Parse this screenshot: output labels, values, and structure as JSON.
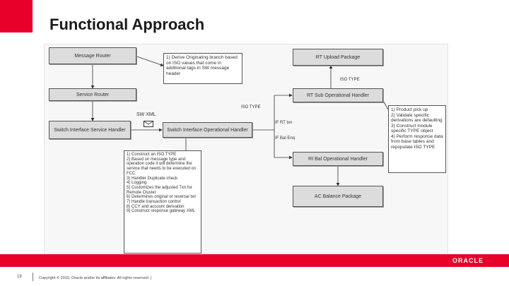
{
  "slide": {
    "title": "Functional Approach",
    "page_number": "19",
    "copyright": "Copyright © 2015, Oracle and/or its affiliates. All rights reserved. |",
    "brand": "ORACLE",
    "colors": {
      "accent": "#e8002a",
      "box_fill": "#dcdcdc",
      "box_border": "#555555"
    }
  },
  "diagram": {
    "boxes": {
      "message_router": "Message Router",
      "service_router": "Service Router",
      "switch_interface_service": "Switch Interface Service Handler",
      "switch_interface_operational": "Switch Interface Operational Handler",
      "rt_upload_package": "RT Upload Package",
      "rt_sub_operational": "RT Sub Operational Handler",
      "ri_bal_operational": "RI Bal Operational Handler",
      "ac_balance_package": "AC Balance Package"
    },
    "labels": {
      "sw_xml": "SW XML",
      "iso_type": "ISO TYPE",
      "if_rt_txn": "IF RT txn",
      "if_bal_enq": "IF Bal Enq",
      "iso_type_small": "ISO TYPE"
    },
    "note_top": "1) Derive Originating branch based on ISO values that come in additional tags in SW message header",
    "note_right": [
      "1) Product pick up",
      "2) Validate specific derivations are defaulting",
      "3) Construct module specific TYPE object",
      "4) Perform response data from base tables and repopulate ISO TYPE"
    ],
    "note_bottom": [
      "1) Construct an ISO TYPE",
      "2) Based on message type and operation code it will determine the service that needs to be executed on FCC",
      "3) Handler Duplicate check",
      "4) Logging",
      "5) Customizes the adjusted Txn for Remote Cluster",
      "6) Determines original or reversal txn",
      "7) Handle transaction control",
      "8) CCY and account derivation",
      "9) Construct response gateway XML"
    ]
  }
}
